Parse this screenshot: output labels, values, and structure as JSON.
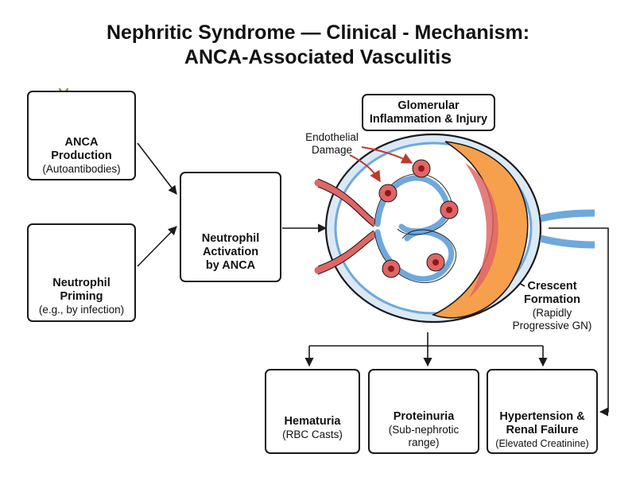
{
  "title": {
    "line1": "Nephritic Syndrome — Clinical - Mechanism:",
    "line2": "ANCA-Associated Vasculitis"
  },
  "anca": {
    "line1": "ANCA",
    "line2": "Production",
    "sub": "(Autoantibodies)"
  },
  "priming": {
    "line1": "Neutrophil",
    "line2": "Priming",
    "sub": "(e.g., by infection)"
  },
  "activation": {
    "line1": "Neutrophil",
    "line2": "Activation",
    "line3": "by ANCA"
  },
  "glomerular": {
    "line1": "Glomerular",
    "line2": "Inflammation & Injury"
  },
  "endothelial": {
    "line1": "Endothelial",
    "line2": "Damage"
  },
  "crescent": {
    "line1": "Crescent",
    "line2": "Formation",
    "sub1": "(Rapidly",
    "sub2": "Progressive GN)"
  },
  "hematuria": {
    "label": "Hematuria",
    "sub": "(RBC Casts)"
  },
  "proteinuria": {
    "label": "Proteinuria",
    "sub1": "(Sub-nephrotic",
    "sub2": "range)"
  },
  "hypertension": {
    "line1": "Hypertension &",
    "line2": "Renal Failure",
    "sub": "(Elevated Creatinine)"
  },
  "colors": {
    "outline": "#1a1a1a",
    "cell_blue": "#6fa8dc",
    "vessel_red": "#e06666",
    "crescent_orange": "#f6a04d",
    "antibody_yellow": "#e0c060"
  }
}
